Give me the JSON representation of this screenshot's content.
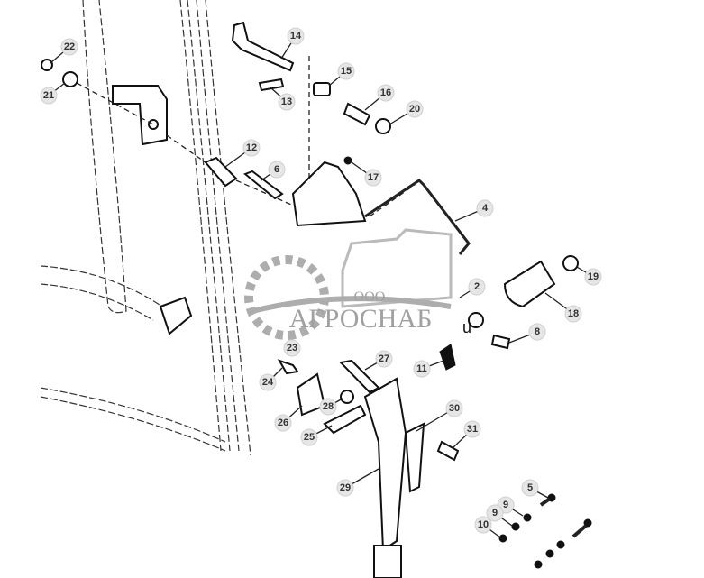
{
  "diagram": {
    "callouts": [
      "22",
      "21",
      "14",
      "15",
      "13",
      "16",
      "20",
      "12",
      "6",
      "17",
      "4",
      "19",
      "18",
      "2",
      "8",
      "11",
      "23",
      "27",
      "24",
      "28",
      "30",
      "26",
      "31",
      "25",
      "29",
      "5",
      "9",
      "9",
      "10"
    ],
    "watermark": {
      "company_form": "ООО",
      "company_name": "АГРОСНАБ"
    },
    "stray_glyph": "u"
  }
}
